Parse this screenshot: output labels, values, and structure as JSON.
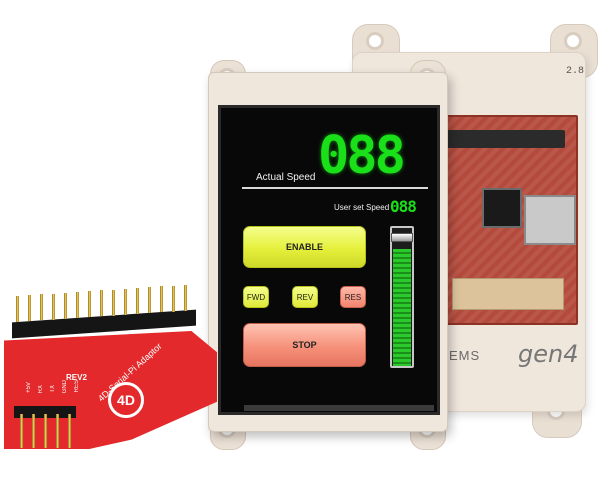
{
  "display": {
    "main_speed_segments": "088",
    "actual_speed_label": "Actual Speed",
    "user_set_speed_label": "User set Speed",
    "user_set_speed_segments": "088",
    "enable_label": "ENABLE",
    "fwd_label": "FWD",
    "rev_label": "REV",
    "res_label": "RES",
    "stop_label": "STOP",
    "slider_level": 0.85
  },
  "back_module": {
    "version": "2.8",
    "brand_text": "gen4",
    "systems_text": "TEMS"
  },
  "adaptor": {
    "revision": "REV2",
    "name": "4D-Serial-Pi Adaptor",
    "pin_labels": [
      "+5V",
      "RX",
      "TX",
      "GND",
      "RES"
    ],
    "logo": "4D"
  },
  "colors": {
    "segment_green": "#19e019",
    "enable_yellow": "#e5f03c",
    "stop_salmon": "#f6907a",
    "adaptor_red": "#e3292b",
    "bezel": "#efe6dc"
  }
}
